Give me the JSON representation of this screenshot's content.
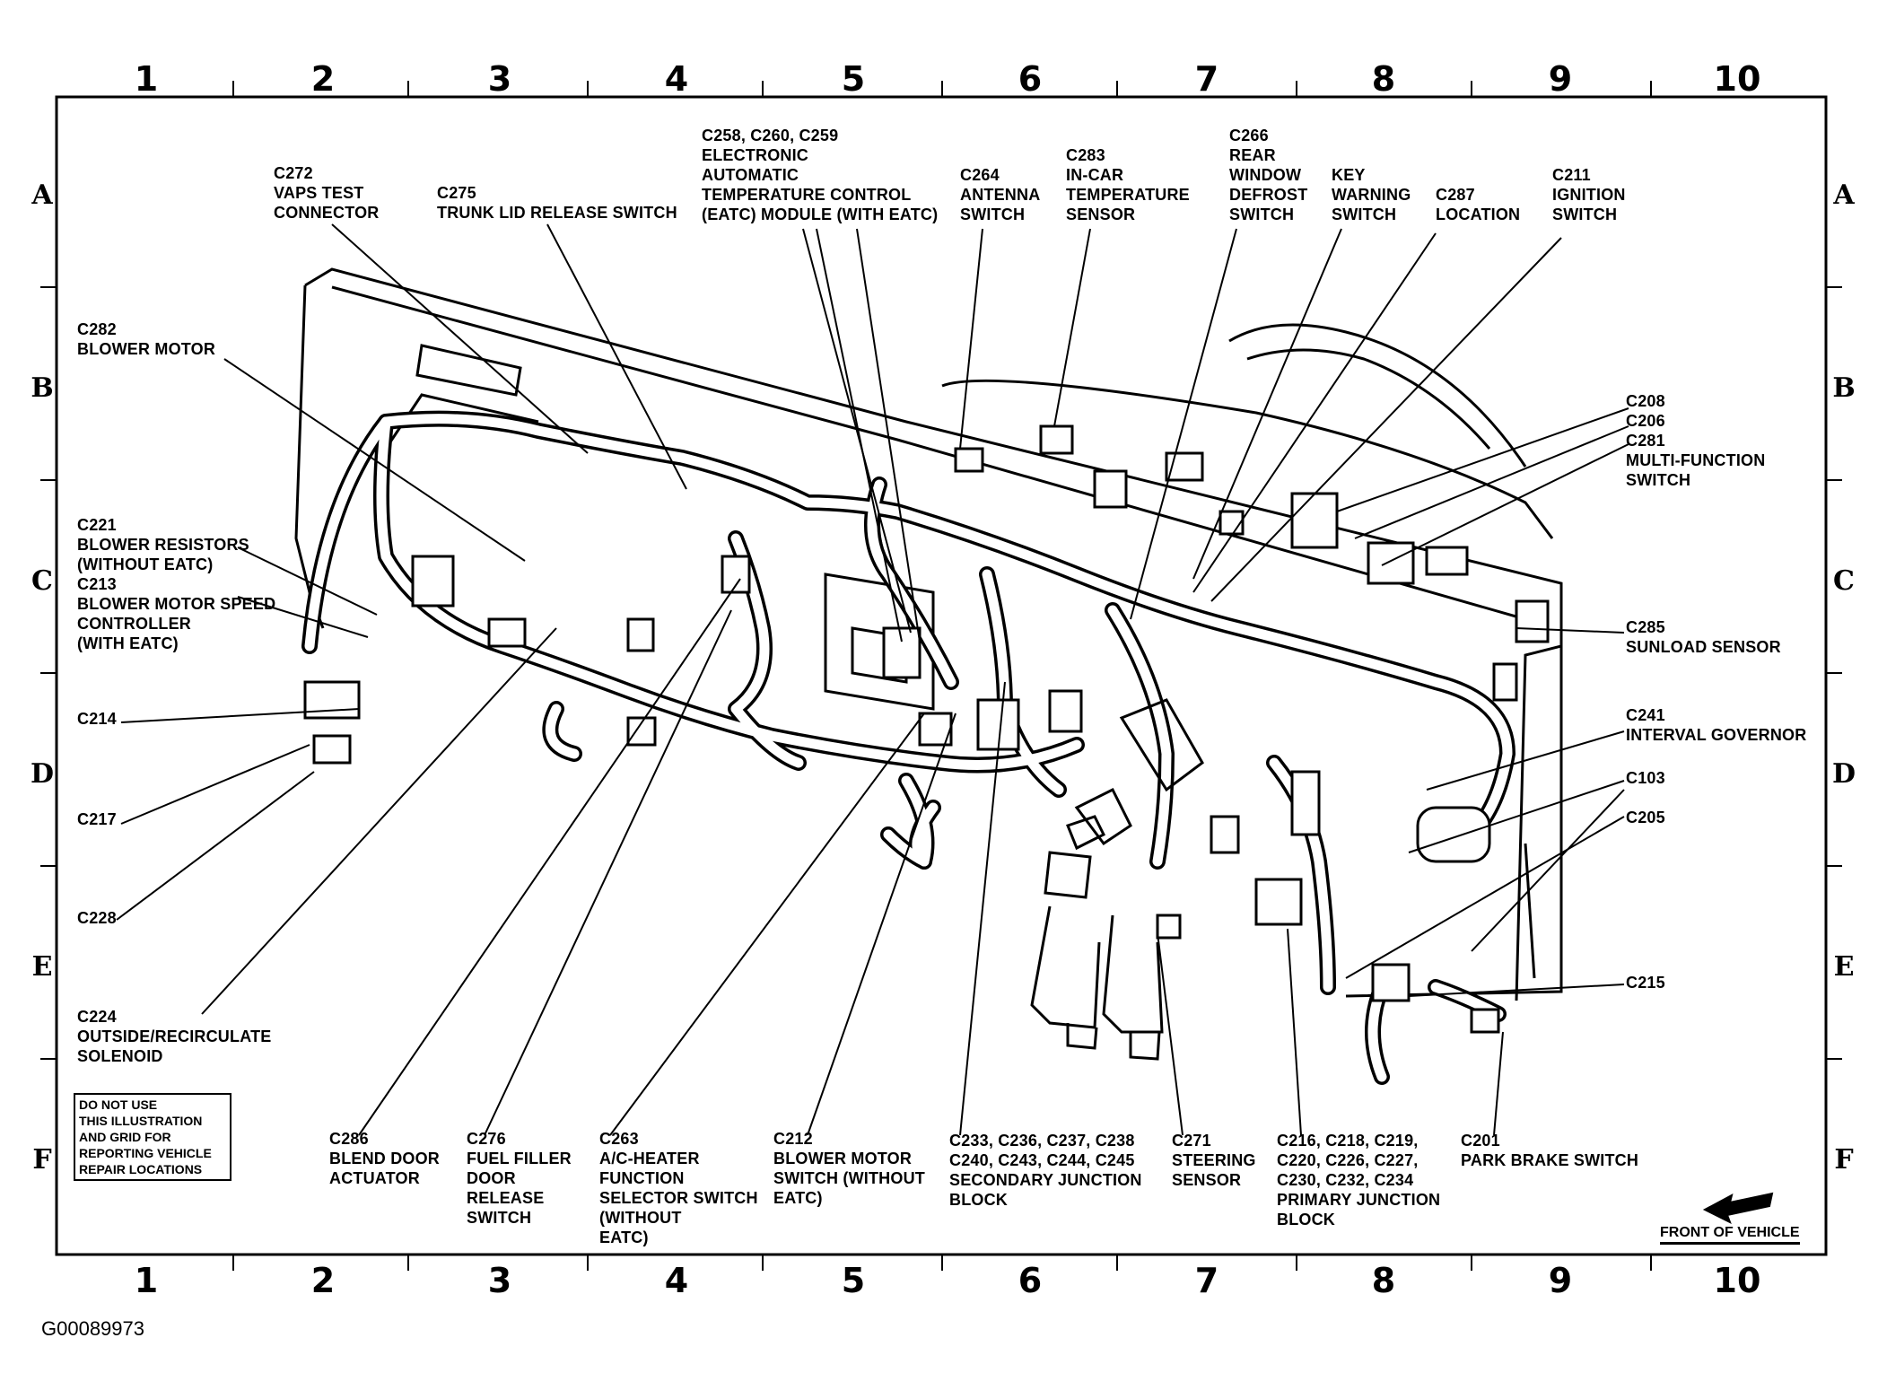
{
  "grid": {
    "columns": [
      "1",
      "2",
      "3",
      "4",
      "5",
      "6",
      "7",
      "8",
      "9",
      "10"
    ],
    "rows": [
      "A",
      "B",
      "C",
      "D",
      "E",
      "F"
    ]
  },
  "labels": {
    "c272": "C272\nVAPS TEST\nCONNECTOR",
    "c275": "C275\nTRUNK LID RELEASE SWITCH",
    "c258": "C258, C260, C259\nELECTRONIC\nAUTOMATIC\nTEMPERATURE CONTROL\n(EATC) MODULE (WITH EATC)",
    "c264": "C264\nANTENNA\nSWITCH",
    "c283": "C283\nIN-CAR\nTEMPERATURE\nSENSOR",
    "c266": "C266\nREAR\nWINDOW\nDEFROST\nSWITCH",
    "key": "KEY\nWARNING\nSWITCH",
    "c287": "C287\nLOCATION",
    "c211": "C211\nIGNITION\nSWITCH",
    "c282": "C282\nBLOWER MOTOR",
    "c208": "C208\nC206\nC281\nMULTI-FUNCTION\nSWITCH",
    "c221": "C221\nBLOWER RESISTORS\n(WITHOUT EATC)\nC213\nBLOWER MOTOR SPEED\nCONTROLLER\n(WITH EATC)",
    "c285": "C285\nSUNLOAD SENSOR",
    "c214": "C214",
    "c241": "C241\nINTERVAL GOVERNOR",
    "c217": "C217",
    "c103": "C103",
    "c205": "C205",
    "c228": "C228",
    "c215": "C215",
    "c224": "C224\nOUTSIDE/RECIRCULATE\nSOLENOID",
    "c286": "C286\nBLEND DOOR\nACTUATOR",
    "c276": "C276\nFUEL FILLER\nDOOR\nRELEASE\nSWITCH",
    "c263": "C263\nA/C-HEATER\nFUNCTION\nSELECTOR SWITCH\n(WITHOUT\nEATC)",
    "c212": "C212\nBLOWER MOTOR\nSWITCH (WITHOUT\nEATC)",
    "c233": "C233, C236, C237, C238\nC240, C243, C244, C245\nSECONDARY JUNCTION\nBLOCK",
    "c271": "C271\nSTEERING\nSENSOR",
    "c216": "C216, C218, C219,\nC220, C226, C227,\nC230, C232, C234\nPRIMARY JUNCTION\nBLOCK",
    "c201": "C201\nPARK BRAKE SWITCH"
  },
  "notice": "DO NOT USE\nTHIS ILLUSTRATION\nAND GRID FOR\nREPORTING VEHICLE\nREPAIR LOCATIONS",
  "front_label": "FRONT OF VEHICLE",
  "figure_id": "G00089973"
}
